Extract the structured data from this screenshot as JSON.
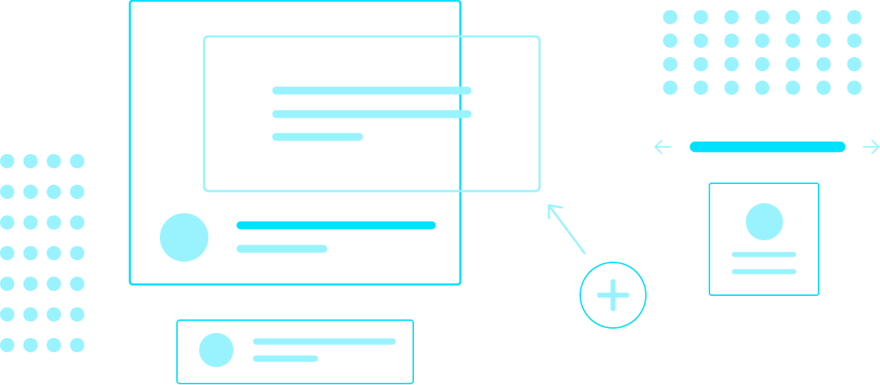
{
  "colors": {
    "accent": "#00E0FF",
    "light": "#99F3FF",
    "background": "#FFFFFF"
  },
  "icons": {
    "add": "plus-icon",
    "pointer": "arrow-pointer-icon",
    "previous": "arrow-left-icon",
    "next": "arrow-right-icon"
  },
  "carousel": {
    "progress": 1.0
  },
  "dot_grids": {
    "left": {
      "rows": 7,
      "cols": 4
    },
    "top_right": {
      "rows": 4,
      "cols": 7
    }
  }
}
